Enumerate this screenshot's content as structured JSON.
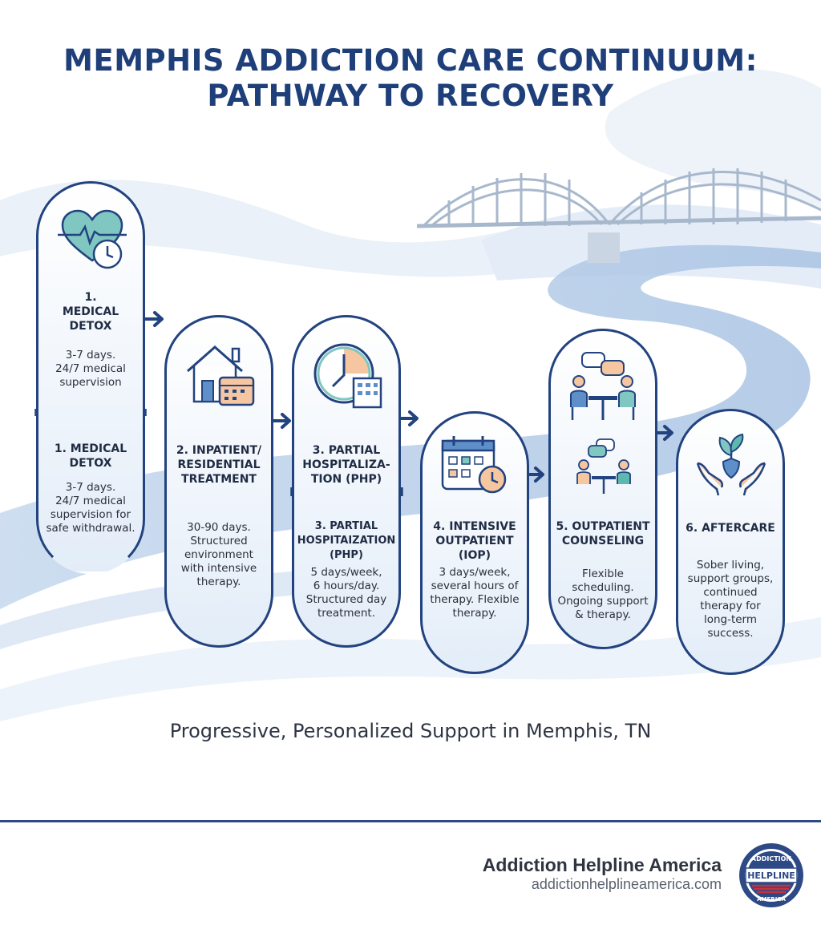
{
  "title": {
    "line1": "MEMPHIS ADDICTION CARE CONTINUUM:",
    "line2": "PATHWAY TO RECOVERY"
  },
  "steps": [
    {
      "top_name": "1.\nMEDICAL\nDETOX",
      "top_desc": "3-7 days.\n24/7 medical\nsupervision",
      "name": "1. MEDICAL\nDETOX",
      "desc": "3-7 days.\n24/7 medical\nsupervision for\nsafe withdrawal.",
      "icon": "heart-clock-icon"
    },
    {
      "name": "2. INPATIENT/\nRESIDENTIAL\nTREATMENT",
      "desc": "30-90 days.\nStructured\nenvironment\nwith intensive\ntherapy.",
      "icon": "house-calendar-icon"
    },
    {
      "top_name": "3. PARTIAL\nHOSPITALIZA-\nTION (PHP)",
      "name": "3. PARTIAL\nHOSPITAIZATION\n(PHP)",
      "desc": "5 days/week,\n6 hours/day.\nStructured day\ntreatment.",
      "icon": "clock-hospital-icon"
    },
    {
      "name": "4. INTENSIVE\nOUTPATIENT\n(IOP)",
      "desc": "3 days/week,\nseveral hours of\ntherapy. Flexible\ntherapy.",
      "icon": "calendar-clock-icon"
    },
    {
      "name": "5. OUTPATIENT\nCOUNSELING",
      "desc": "Flexible\nscheduling.\nOngoing support\n& therapy.",
      "icon": "counseling-icon"
    },
    {
      "name": "6. AFTERCARE",
      "desc": "Sober living,\nsupport groups,\ncontinued\ntherapy for\nlong-term\nsuccess.",
      "icon": "hands-plant-icon"
    }
  ],
  "subtitle": "Progressive, Personalized Support in Memphis, TN",
  "footer": {
    "brand_name": "Addiction Helpline America",
    "brand_url": "addictionhelplineamerica.com",
    "badge_top": "ADDICTION",
    "badge_mid": "HELPLINE",
    "badge_bottom": "AMERICA"
  },
  "colors": {
    "navy": "#22437f",
    "title": "#1f3f7a",
    "river": "#b9cfe8",
    "teal": "#5fb8b0",
    "peach": "#f6c6a0"
  }
}
